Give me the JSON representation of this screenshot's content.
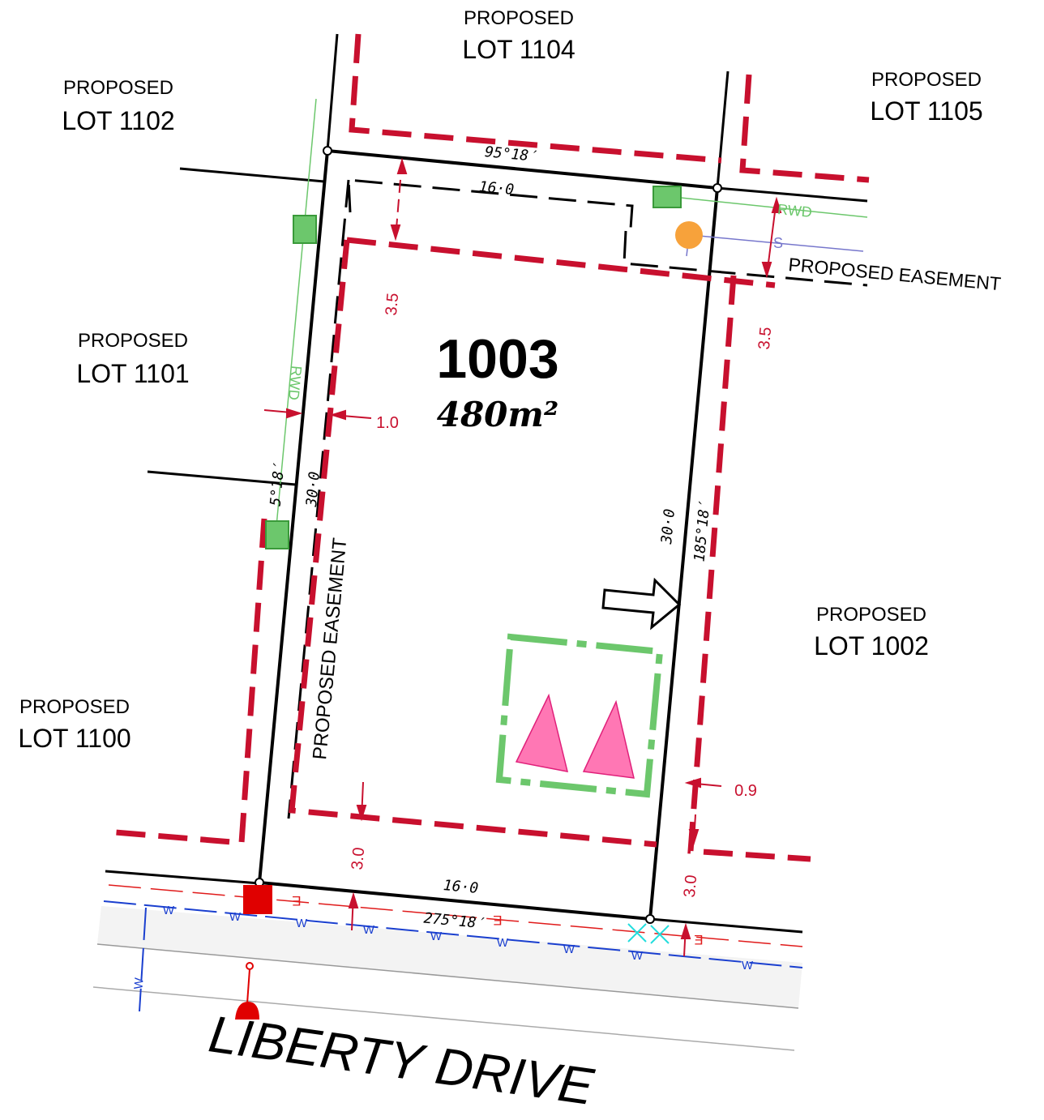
{
  "lots": {
    "lot_1104": {
      "line1": "PROPOSED",
      "line2": "LOT 1104"
    },
    "lot_1102": {
      "line1": "PROPOSED",
      "line2": "LOT 1102"
    },
    "lot_1105": {
      "line1": "PROPOSED",
      "line2": "LOT 1105"
    },
    "lot_1101": {
      "line1": "PROPOSED",
      "line2": "LOT 1101"
    },
    "lot_1002": {
      "line1": "PROPOSED",
      "line2": "LOT 1002"
    },
    "lot_1100": {
      "line1": "PROPOSED",
      "line2": "LOT 1100"
    }
  },
  "subject_lot": {
    "number": "1003",
    "area": "480m²"
  },
  "easements": {
    "top": "PROPOSED  EASEMENT",
    "left": "PROPOSED  EASEMENT"
  },
  "dimensions": {
    "top_bearing": "95°18′",
    "top_length": "16·0",
    "left_bearing": "5°18′",
    "left_length": "30·0",
    "right_length": "30·0",
    "right_bearing": "185°18′",
    "bottom_length": "16·0",
    "bottom_bearing": "275°18′"
  },
  "setbacks": {
    "front_left": "3.5",
    "front_right": "3.5",
    "side_left": "1.0",
    "side_right": "0.9",
    "rear_left": "3.0",
    "rear_right": "3.0"
  },
  "services": {
    "rwd_top": "RWD",
    "rwd_left": "RWD",
    "sewer": "S",
    "water": "W",
    "electric": "E"
  },
  "street": {
    "name": "LIBERTY DRIVE"
  },
  "colors": {
    "boundary": "#000000",
    "setback": "#c8102e",
    "service_green": "#6cc76c",
    "pink": "#ff77b4",
    "orange": "#f7a23b",
    "water_blue": "#1a3fcf",
    "electric_red": "#e01b1b"
  }
}
